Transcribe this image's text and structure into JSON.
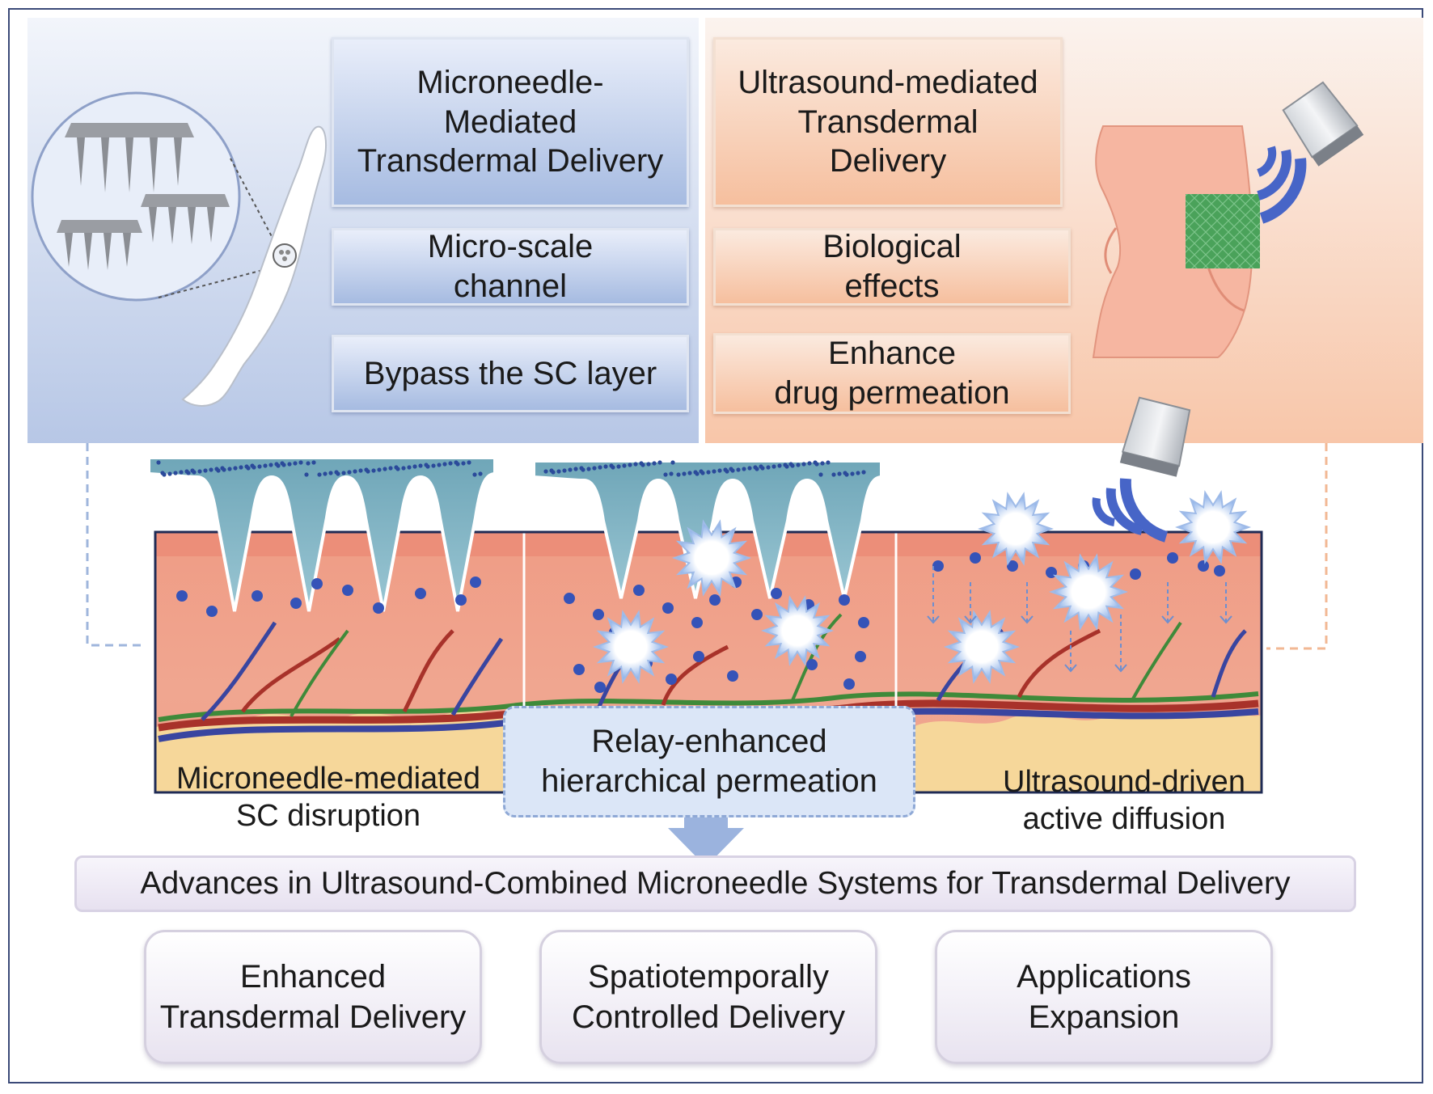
{
  "microneedle_panel": {
    "title": "Microneedle-\nMediated\nTransdermal Delivery",
    "feature_1": "Micro-scale\nchannel",
    "feature_2": "Bypass the SC layer"
  },
  "ultrasound_panel": {
    "title": "Ultrasound-mediated\nTransdermal\nDelivery",
    "feature_1": "Biological\neffects",
    "feature_2": "Enhance\ndrug permeation"
  },
  "skin_diagram": {
    "left_caption": "Microneedle-mediated\nSC disruption",
    "center_label": "Relay-enhanced\nhierarchical permeation",
    "right_caption": "Ultrasound-driven\nactive diffusion"
  },
  "main_title": "Advances in Ultrasound-Combined Microneedle Systems for Transdermal Delivery",
  "outcomes": [
    "Enhanced\nTransdermal Delivery",
    "Spatiotemporally\nControlled Delivery",
    "Applications\nExpansion"
  ],
  "colors": {
    "microneedle_blue": "#6fa6b8",
    "drug_dot": "#3553b8",
    "skin": "#efa48d",
    "fat": "#f6d79a",
    "vessel_red": "#a8322a",
    "vessel_blue": "#3945a0",
    "vessel_green": "#3f8a3a",
    "ultrasound_wave": "#4765c7",
    "patch_green": "#4aa25a"
  },
  "icons": [
    "microneedle-array-icon",
    "arm-icon",
    "ultrasound-probe-icon",
    "torso-patch-icon",
    "cavitation-burst-icon"
  ]
}
